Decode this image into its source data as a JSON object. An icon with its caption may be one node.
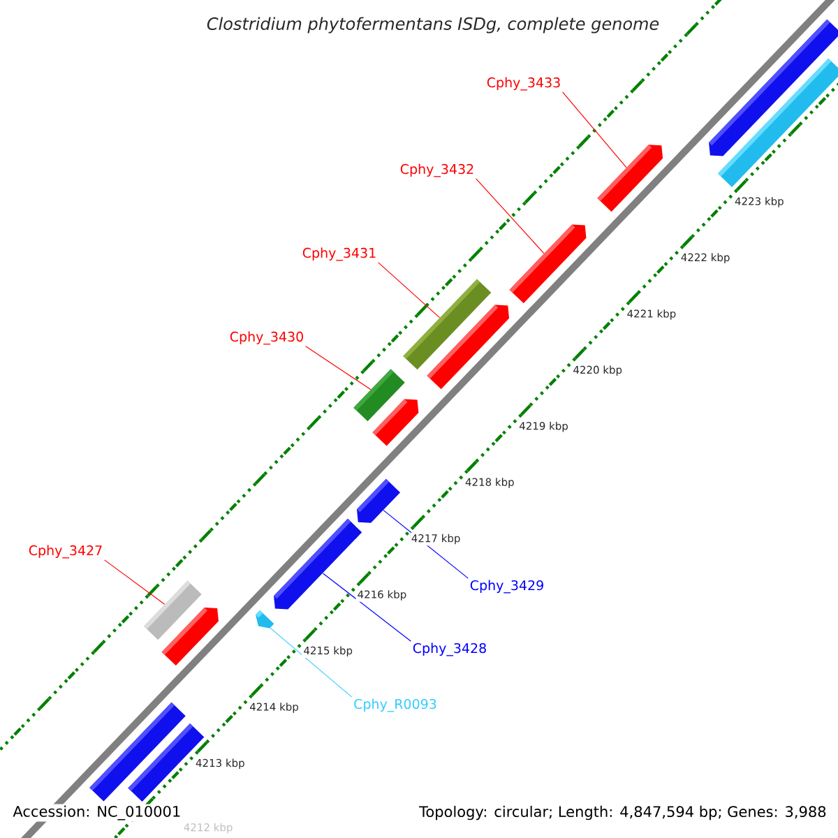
{
  "diagram": {
    "title": "Clostridium phytofermentans ISDg, complete genome",
    "nodes": [
      {
        "text": [
          "Cphy_3433"
        ]
      },
      {
        "text": [
          "Cphy_3432"
        ]
      },
      {
        "text": [
          "Cphy_3431"
        ]
      },
      {
        "text": [
          "Cphy_3430"
        ]
      },
      {
        "text": [
          "Cphy_3427"
        ]
      },
      {
        "text": [
          "Cphy_3429"
        ]
      },
      {
        "text": [
          "Cphy_3428"
        ]
      },
      {
        "text": [
          "Cphy_R0093"
        ]
      },
      {
        "text": [],
        "shape": "bar"
      },
      {
        "text": [],
        "shape": "bar"
      },
      {
        "text": [],
        "shape": "bar"
      },
      {
        "text": [],
        "shape": "bar"
      },
      {
        "text": [],
        "shape": "bar"
      },
      {
        "text": [],
        "shape": "bar"
      },
      {
        "text": [],
        "shape": "bar"
      },
      {
        "text": [],
        "shape": "bar"
      },
      {
        "text": [],
        "shape": "bar"
      },
      {
        "text": [],
        "shape": "bar"
      },
      {
        "text": [],
        "shape": "bar"
      },
      {
        "text": [],
        "shape": "bar"
      },
      {
        "text": [],
        "shape": "bar"
      },
      {
        "text": [],
        "shape": "bar"
      },
      {
        "text": [],
        "shape": "bar"
      }
    ],
    "edges": [
      {
        "from": 0,
        "to": 10,
        "arrow": "none"
      },
      {
        "from": 1,
        "to": 11,
        "arrow": "none"
      },
      {
        "from": 2,
        "to": 12,
        "arrow": "none"
      },
      {
        "from": 3,
        "to": 14,
        "arrow": "none"
      },
      {
        "from": 4,
        "to": 18,
        "arrow": "none"
      },
      {
        "from": 5,
        "to": 16,
        "arrow": "none",
        "color": "#0000ff"
      },
      {
        "from": 6,
        "to": 17,
        "arrow": "none",
        "color": "#0000ff"
      },
      {
        "from": 7,
        "to": 19,
        "arrow": "none",
        "color": "#33ccff"
      }
    ],
    "labels": [
      "4223 kbp",
      "4222 kbp",
      "4221 kbp",
      "4220 kbp",
      "4219 kbp",
      "4218 kbp",
      "4217 kbp",
      "4216 kbp",
      "4215 kbp",
      "4214 kbp",
      "4213 kbp",
      "4212 kbp",
      "Accession: NC_010001",
      "Topology: circular; Length: 4,847,594 bp; Genes: 3,988"
    ]
  }
}
